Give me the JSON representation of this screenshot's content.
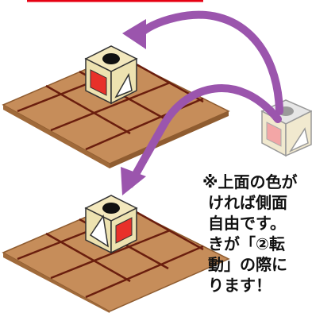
{
  "colors": {
    "board_fill": "#c68d5a",
    "board_edge": "#a06a3a",
    "grid_line": "#6a1e0e",
    "cube_top": "#f3e8bd",
    "cube_side": "#ede2b0",
    "cube_outline": "#333333",
    "cube_red": "#e8302a",
    "ghost_cube": "#dcdcdc",
    "ghost_red": "#f3a6a6",
    "arrow": "#9b55ad",
    "title_underline": "#e60012"
  },
  "icons": {
    "cube_top_mark": "black-circle",
    "cube_right_mark": "white-triangle",
    "cube_left_mark": "red-square"
  },
  "note": {
    "lines": [
      "※上面の色が",
      "ければ側面",
      "自由です。",
      "きが「②転",
      "動」の際に",
      "ります！"
    ]
  }
}
